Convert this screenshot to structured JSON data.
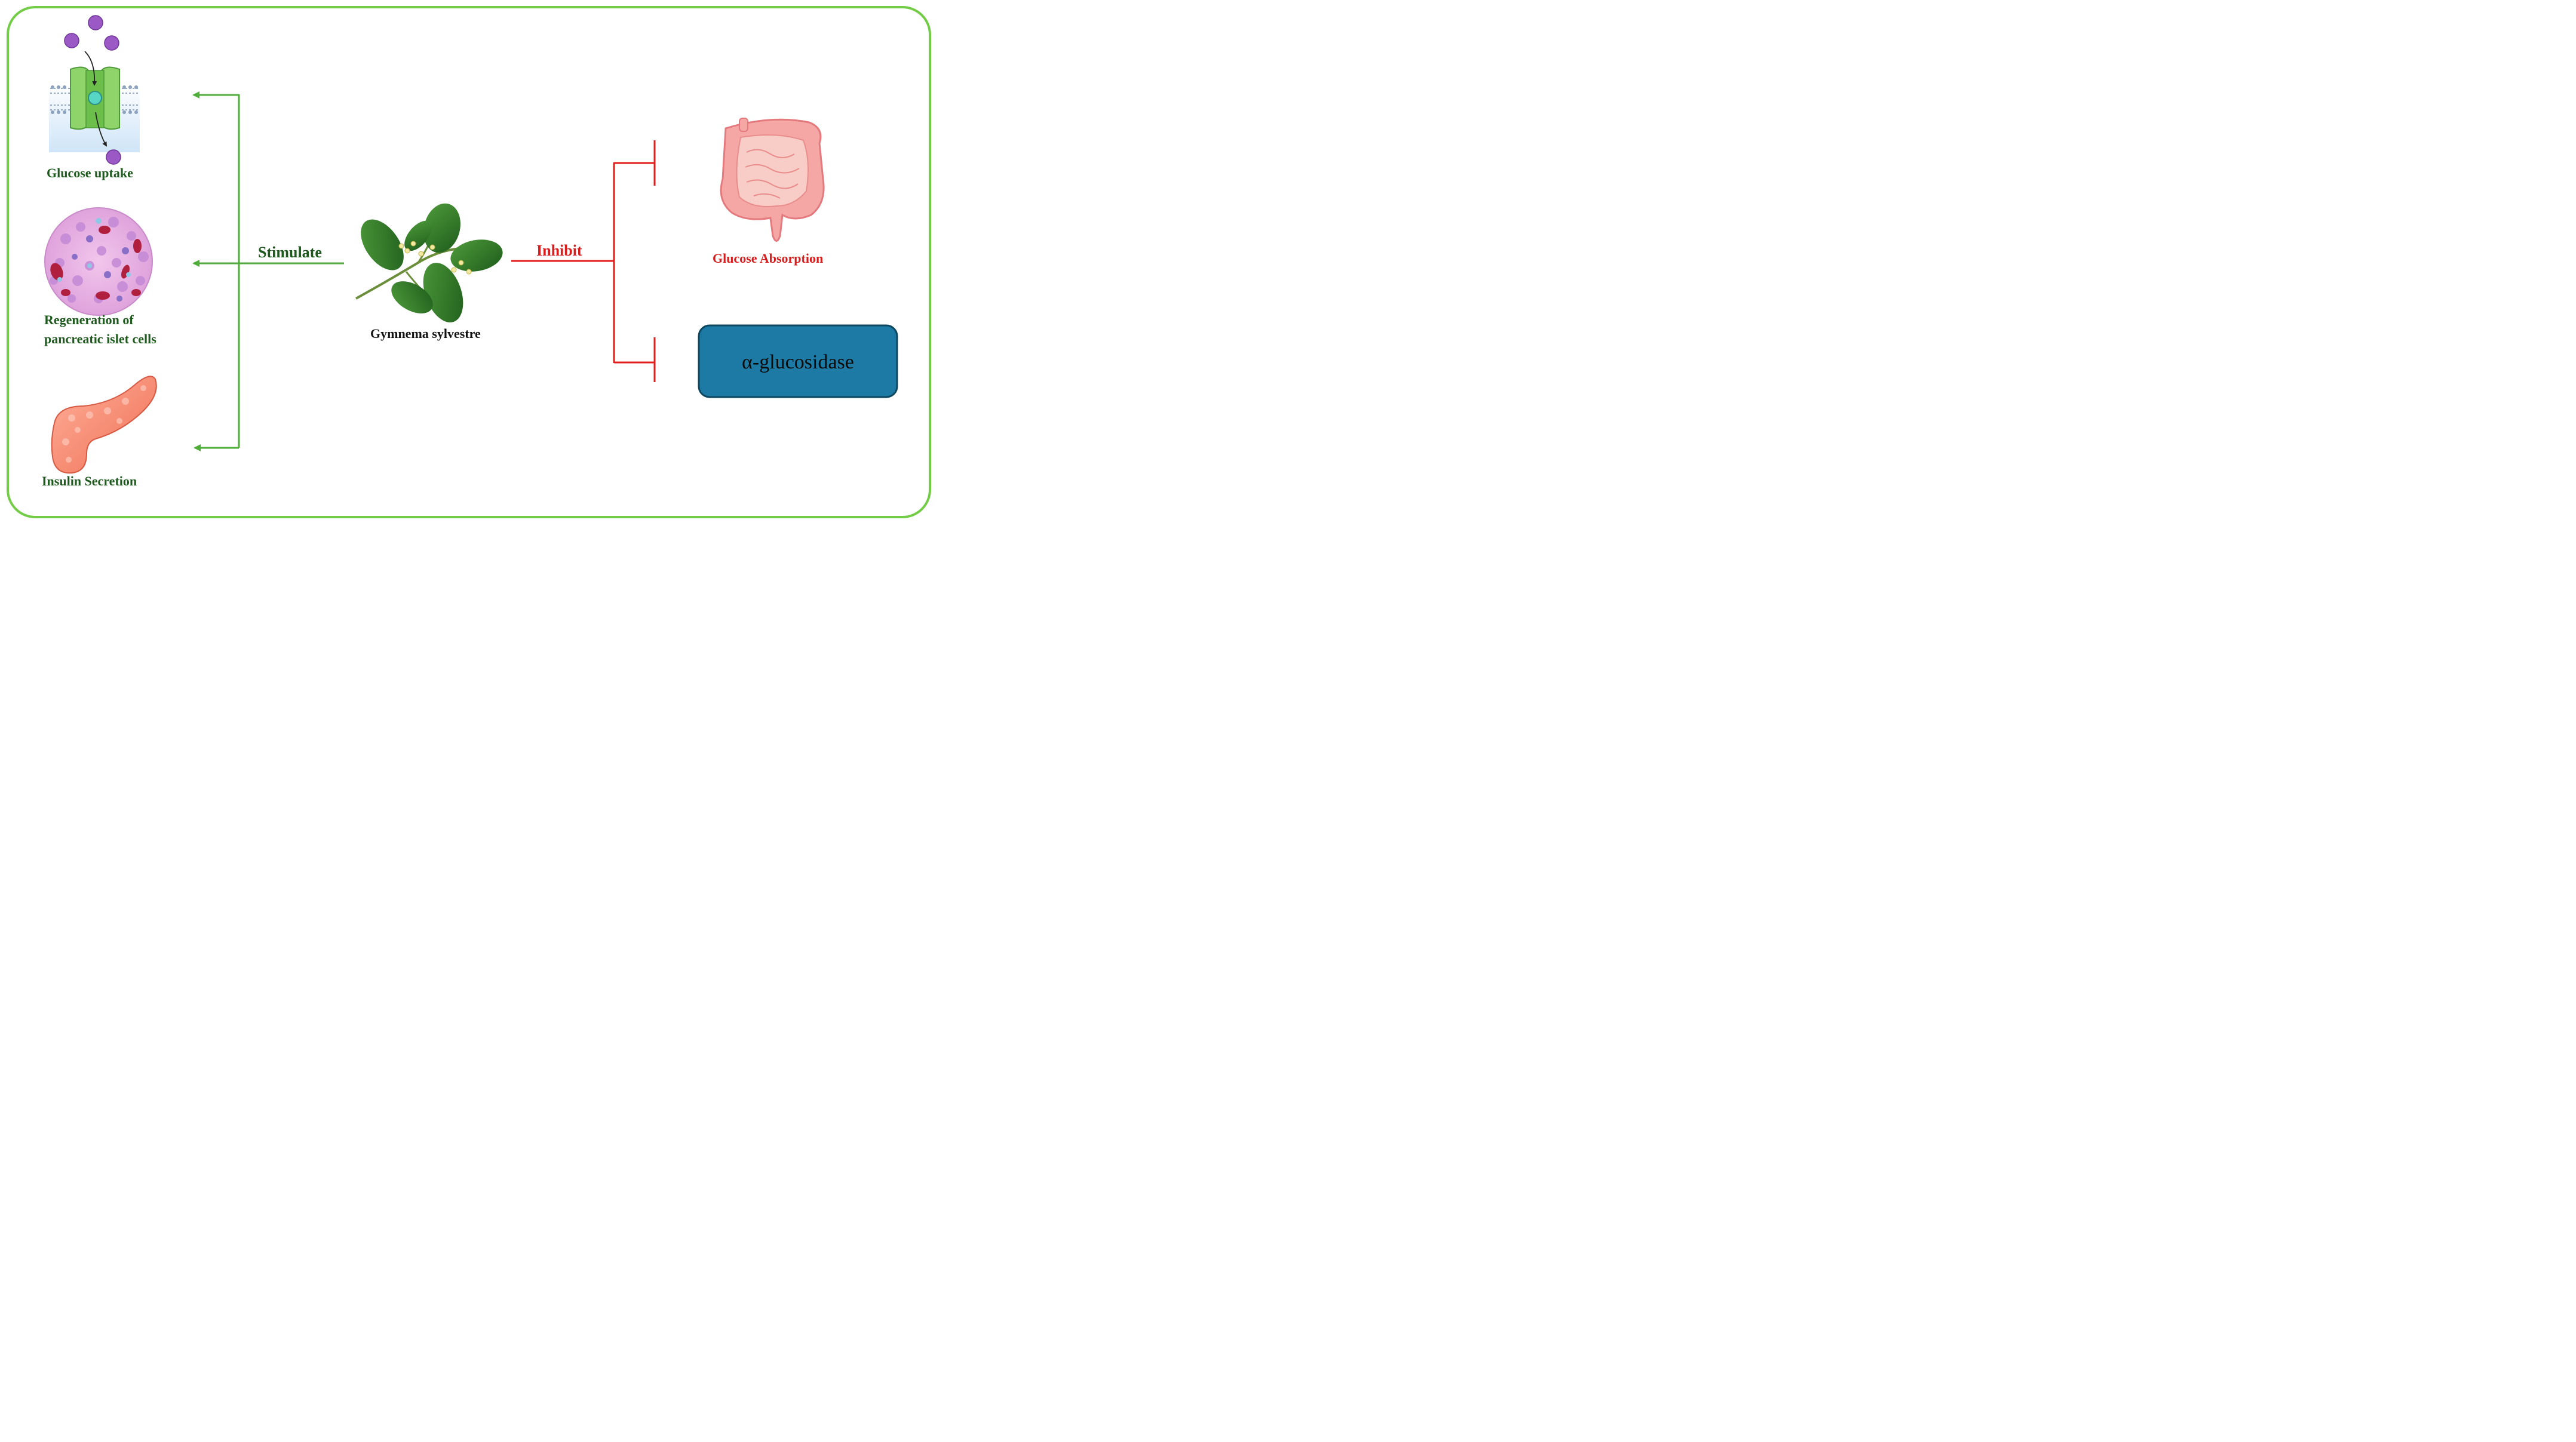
{
  "left": {
    "glucose_uptake": "Glucose uptake",
    "regeneration_line1": "Regeneration of",
    "regeneration_line2": "pancreatic islet cells",
    "insulin_secretion": "Insulin Secretion"
  },
  "center": {
    "stimulate": "Stimulate",
    "plant_name": "Gymnema sylvestre",
    "inhibit": "Inhibit"
  },
  "right": {
    "glucose_absorption": "Glucose Absorption",
    "enzyme": "α-glucosidase"
  },
  "colors": {
    "frame": "#72cc45",
    "stimulate": "#4fae3a",
    "stimulate_text": "#1e5a1e",
    "inhibit": "#e31c1c",
    "inhibit_text": "#d71d1d",
    "enzyme_fill": "#1d7aa4",
    "enzyme_border": "#0d4760",
    "plant_text": "#111111"
  }
}
